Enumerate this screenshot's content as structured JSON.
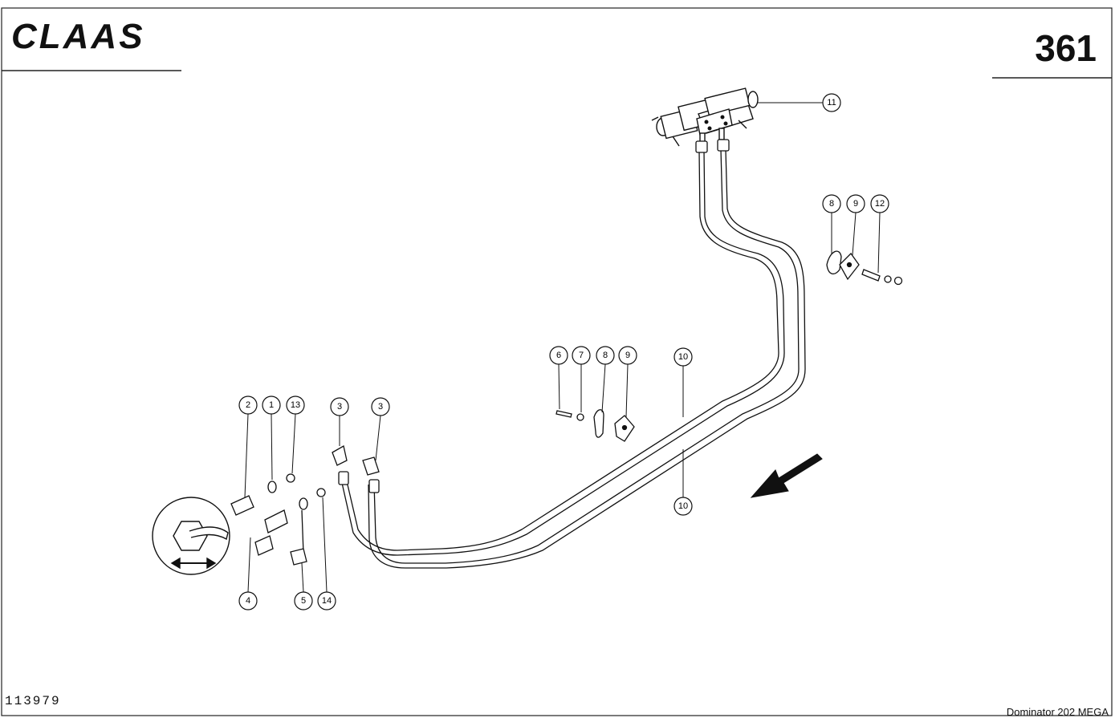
{
  "header": {
    "brand": "CLAAS",
    "page_number": "361"
  },
  "footer": {
    "drawing_code": "113979",
    "model": "Dominator 202 MEGA"
  },
  "callouts": {
    "c11": "11",
    "c8a": "8",
    "c9a": "9",
    "c12": "12",
    "c6": "6",
    "c7": "7",
    "c8b": "8",
    "c9b": "9",
    "c10a": "10",
    "c10b": "10",
    "c2": "2",
    "c1": "1",
    "c13": "13",
    "c3a": "3",
    "c3b": "3",
    "c4": "4",
    "c5": "5",
    "c14": "14"
  },
  "icons": {
    "direction_arrow": "arrow-down-left-icon",
    "detail_inset": "double-arrow-icon"
  }
}
